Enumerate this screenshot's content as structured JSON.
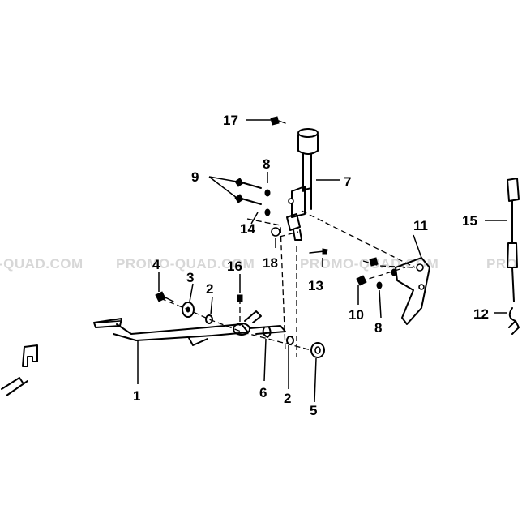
{
  "watermark": {
    "fragments": [
      "-QUAD.COM",
      "PROMO-QUAD.COM",
      "PROMO-QUAD.COM",
      "PRO"
    ]
  },
  "callouts": {
    "c1": "1",
    "c2a": "2",
    "c2b": "2",
    "c3": "3",
    "c4": "4",
    "c5": "5",
    "c6": "6",
    "c7": "7",
    "c8a": "8",
    "c8b": "8",
    "c9": "9",
    "c10": "10",
    "c11": "11",
    "c12": "12",
    "c13": "13",
    "c14": "14",
    "c15": "15",
    "c16": "16",
    "c17": "17",
    "c18": "18"
  },
  "icons": {
    "direction": "front-arrow-icon"
  }
}
